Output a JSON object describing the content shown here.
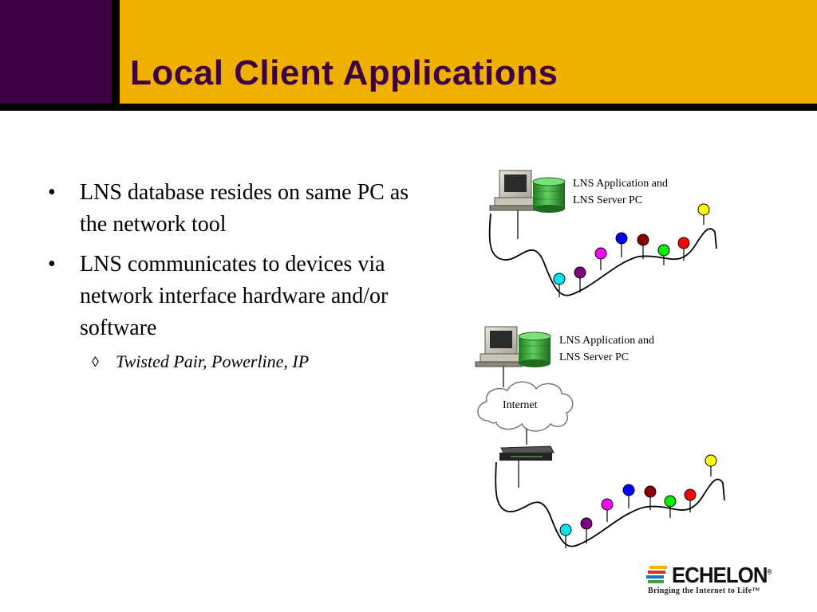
{
  "slide": {
    "title": "Local Client Applications",
    "bullets": [
      {
        "text": "LNS database resides on same PC as the network tool"
      },
      {
        "text": "LNS communicates to devices via network interface hardware and/or software"
      }
    ],
    "sub_bullet": "Twisted Pair, Powerline, IP",
    "bullet_glyph": "•",
    "sub_bullet_glyph": "◊"
  },
  "diagram_top": {
    "pc_label_line1": "LNS Application and",
    "pc_label_line2": "LNS Server PC"
  },
  "diagram_bottom": {
    "pc_label_line1": "LNS Application and",
    "pc_label_line2": "LNS Server PC",
    "cloud_label": "Internet"
  },
  "logo": {
    "word": "ECHELON",
    "registered": "®",
    "tagline": "Bringing the Internet to Life™"
  },
  "colors": {
    "header": "#f0b000",
    "header_accent": "#3c0040",
    "device_nodes": [
      "#00e5ee",
      "#800080",
      "#ff00ff",
      "#0000ff",
      "#8b0000",
      "#00ee00",
      "#ff0000",
      "#ffff00"
    ]
  }
}
